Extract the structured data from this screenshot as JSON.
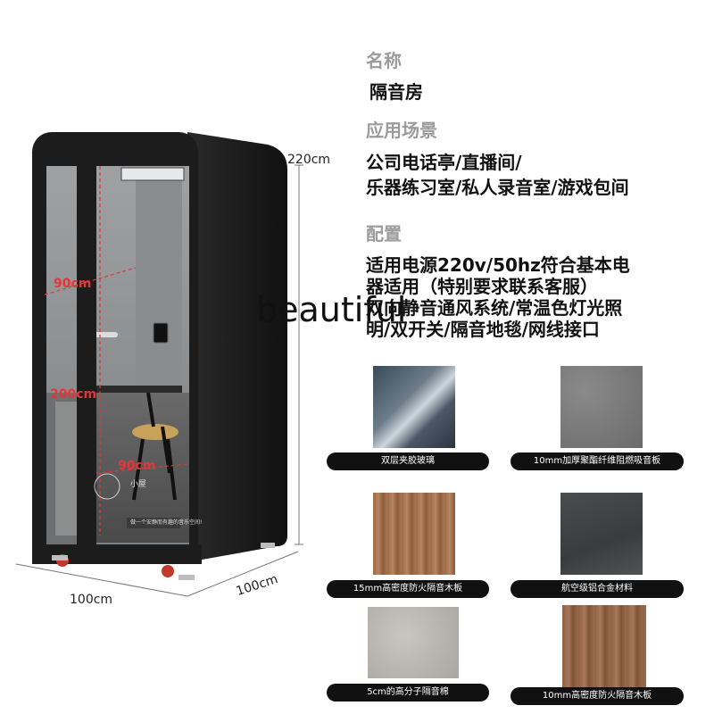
{
  "dimensions": {
    "height": "220cm",
    "width_inner": "90cm",
    "door_height": "200cm",
    "depth_inner": "90cm",
    "width_outer": "100cm",
    "depth_outer": "100cm"
  },
  "door_sign": "做一个安静而有趣的音乐空间!",
  "logo_text": "小屋",
  "watermark": "beautiful",
  "spec": {
    "name_label": "名称",
    "name_value": "隔音房",
    "scene_label": "应用场景",
    "scene_lines": [
      "公司电话亭/直播间/",
      "乐器练习室/私人录音室/游戏包间"
    ],
    "config_label": "配置",
    "config_lines": [
      "适用电源220v/50hz符合基本电",
      "器适用（特别要求联系客服）",
      "双向静音通风系统/常温色灯光照",
      "明/双开关/隔音地毯/网线接口"
    ]
  },
  "materials": [
    {
      "label": "双层夹胶玻璃",
      "icon": "glass-swatch"
    },
    {
      "label": "10mm加厚聚酯纤维阻燃吸音板",
      "icon": "felt-swatch"
    },
    {
      "label": "15mm高密度防火隔音木板",
      "icon": "wood-swatch"
    },
    {
      "label": "航空级铝合金材料",
      "icon": "aluminium-swatch"
    },
    {
      "label": "5cm的高分子隔音棉",
      "icon": "cotton-swatch"
    },
    {
      "label": "10mm高密度防火隔音木板",
      "icon": "wood-swatch"
    }
  ],
  "colors": {
    "frame": "#1c1c1c",
    "felt": "#8d8f91",
    "dimension_red": "#e0383a",
    "label_bg": "#111111"
  }
}
